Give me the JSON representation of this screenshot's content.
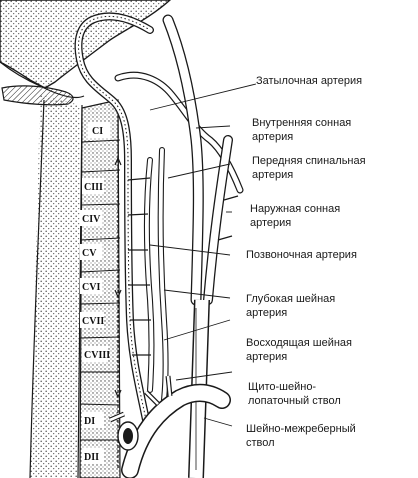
{
  "labels": [
    {
      "lines": [
        "Затылочная артерия"
      ]
    },
    {
      "lines": [
        "Внутренняя  сонная",
        "артерия"
      ]
    },
    {
      "lines": [
        "Передняя спинальная",
        "артерия"
      ]
    },
    {
      "lines": [
        "Наружная сонная",
        "артерия"
      ]
    },
    {
      "lines": [
        "Позвоночная артерия"
      ]
    },
    {
      "lines": [
        "Глубокая шейная",
        "артерия"
      ]
    },
    {
      "lines": [
        "Восходящая шейная",
        "артерия"
      ]
    },
    {
      "lines": [
        "Щито-шейно-",
        "лопаточный ствол"
      ]
    },
    {
      "lines": [
        "Шейно-межреберный",
        "ствол"
      ]
    }
  ],
  "segments": [
    "CI",
    "CIII",
    "CIV",
    "CV",
    "CVI",
    "CVII",
    "CVIII",
    "DI",
    "DII"
  ],
  "colors": {
    "ink": "#1a1a1a",
    "paper": "#ffffff",
    "stipple": "#6b6b6b"
  }
}
